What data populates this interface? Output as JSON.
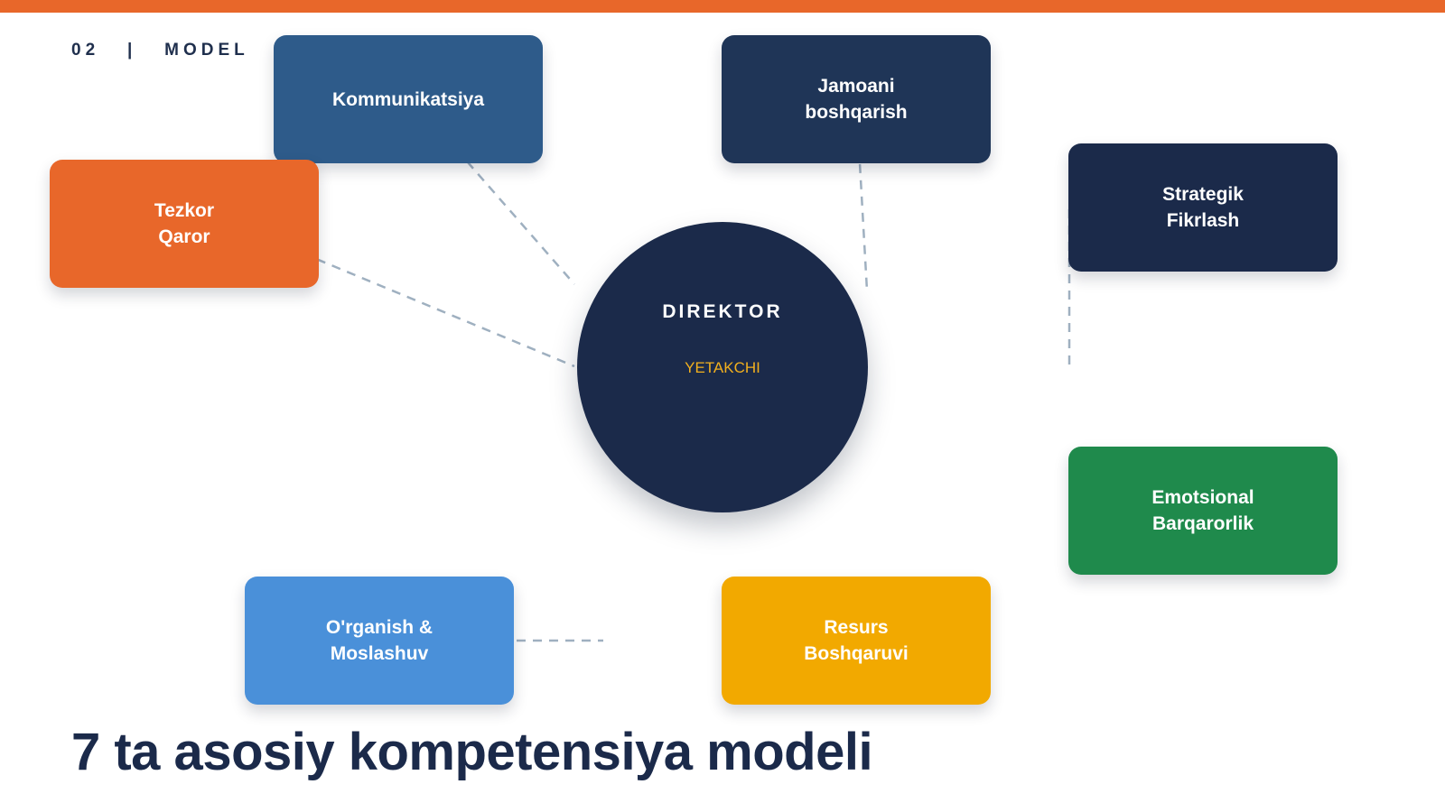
{
  "header": {
    "section": "02   |   MODEL"
  },
  "center": {
    "title": "DIREKTOR",
    "subtitle": "YETAKCHI"
  },
  "competencies": [
    {
      "lines": [
        "Kommunikatsiya"
      ],
      "color": "#2e5b8a"
    },
    {
      "lines": [
        "Jamoani",
        "boshqarish"
      ],
      "color": "#1f3557"
    },
    {
      "lines": [
        "Tezkor",
        "Qaror"
      ],
      "color": "#e8672a"
    },
    {
      "lines": [
        "Strategik",
        "Fikrlash"
      ],
      "color": "#1b2a4a"
    },
    {
      "lines": [
        "Emotsional",
        "Barqarorlik"
      ],
      "color": "#1f8a4c"
    },
    {
      "lines": [
        "O'rganish &",
        "Moslashuv"
      ],
      "color": "#4a90d9"
    },
    {
      "lines": [
        "Resurs",
        "Boshqaruvi"
      ],
      "color": "#f2a900"
    }
  ],
  "footer": {
    "title": "7 ta asosiy kompetensiya modeli"
  },
  "colors": {
    "accent": "#e8672a",
    "hub": "#1b2a4a",
    "hub_subtitle": "#f2b01e"
  }
}
